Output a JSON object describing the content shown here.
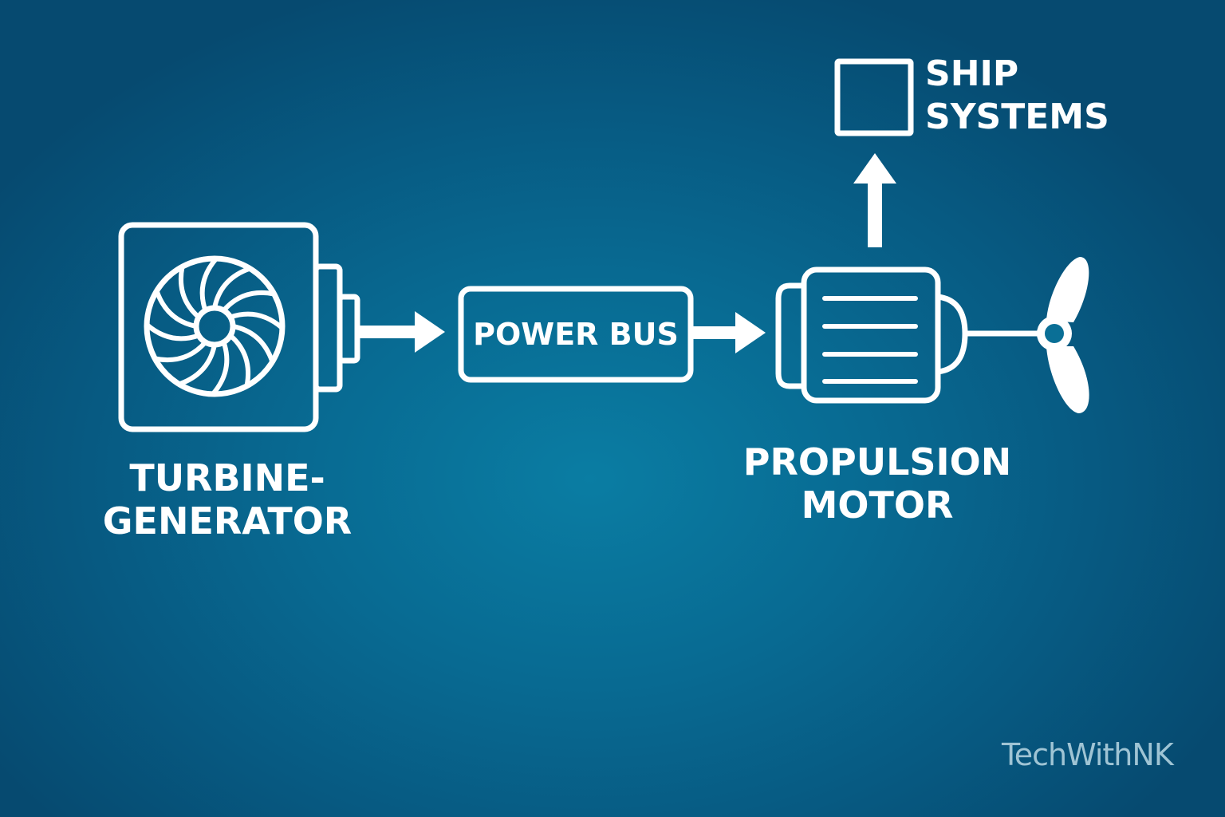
{
  "diagram": {
    "nodes": [
      {
        "id": "turbine-generator",
        "lines": [
          "TURBINE-",
          "GENERATOR"
        ],
        "icon": "turbine-icon"
      },
      {
        "id": "power-bus",
        "lines": [
          "POWER BUS"
        ],
        "icon": "rounded-box"
      },
      {
        "id": "propulsion-motor",
        "lines": [
          "PROPULSION",
          "MOTOR"
        ],
        "icon": "motor-icon"
      },
      {
        "id": "ship-systems",
        "lines": [
          "SHIP",
          "SYSTEMS"
        ],
        "icon": "square-icon"
      },
      {
        "id": "propeller",
        "lines": [],
        "icon": "propeller-icon"
      }
    ],
    "edges": [
      {
        "from": "turbine-generator",
        "to": "power-bus"
      },
      {
        "from": "power-bus",
        "to": "propulsion-motor"
      },
      {
        "from": "propulsion-motor",
        "to": "ship-systems"
      },
      {
        "from": "propulsion-motor",
        "to": "propeller"
      }
    ]
  },
  "watermark": "TechWithNK",
  "colors": {
    "background_center": "#0a7da3",
    "background_edge": "#064a70",
    "stroke": "#ffffff",
    "watermark": "#9fc4d4"
  }
}
